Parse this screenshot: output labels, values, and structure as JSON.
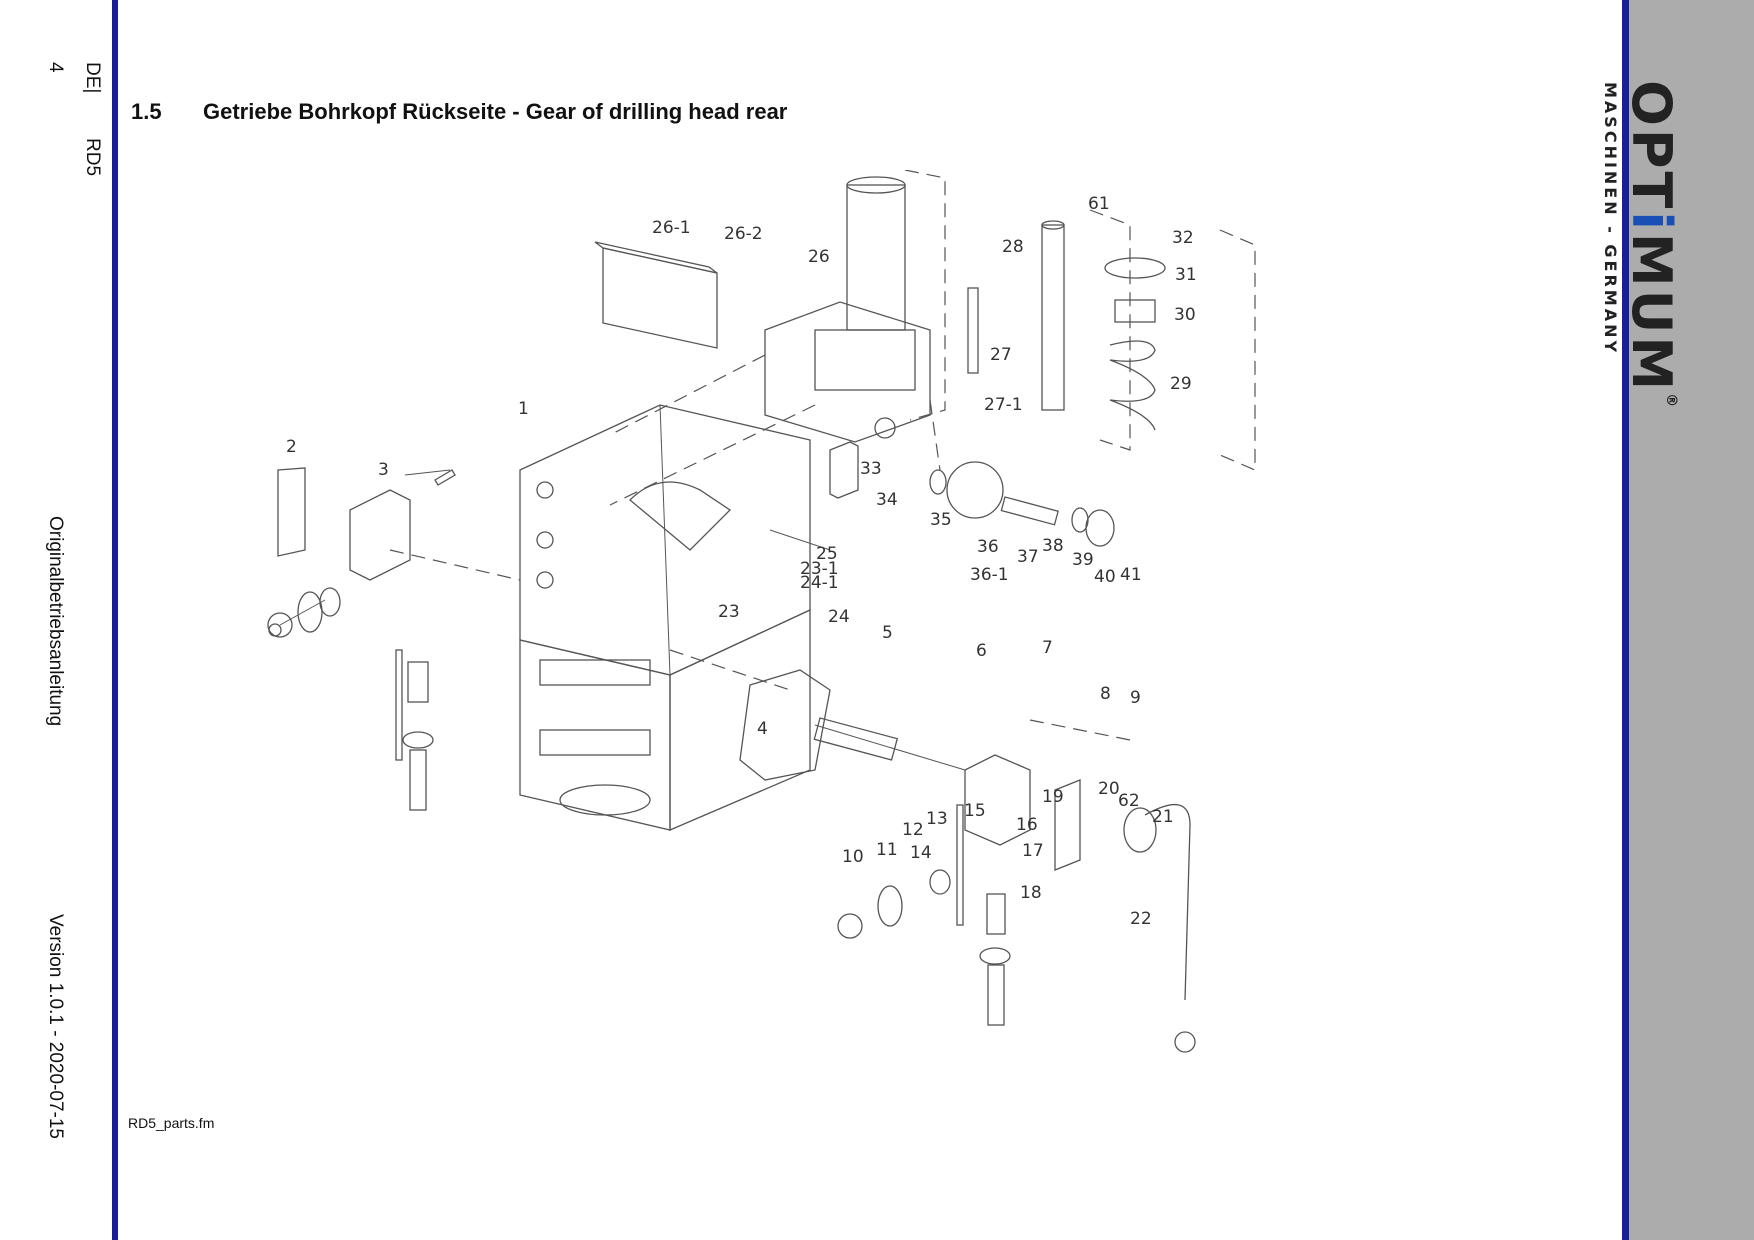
{
  "margin": {
    "lang": "DE|",
    "model": "RD5",
    "page": "4",
    "doc": "Originalbetriebsanleitung",
    "version": "Version 1.0.1 - 2020-07-15"
  },
  "brand": {
    "logo_pre": "OPT",
    "logo_i": "i",
    "logo_post": "MUM",
    "registered": "®",
    "tagline": "MASCHINEN - GERMANY",
    "accent": "#1a1f99"
  },
  "section": {
    "number": "1.5",
    "title": "Getriebe Bohrkopf Rückseite - Gear of drilling head rear"
  },
  "footer": {
    "file": "RD5_parts.fm"
  },
  "diagram": {
    "part_labels": [
      "1",
      "2",
      "3",
      "4",
      "5",
      "6",
      "7",
      "8",
      "9",
      "10",
      "11",
      "12",
      "13",
      "14",
      "15",
      "16",
      "17",
      "18",
      "19",
      "20",
      "21",
      "22",
      "23",
      "23-1",
      "24",
      "24-1",
      "25",
      "26",
      "26-1",
      "26-2",
      "27",
      "27-1",
      "28",
      "29",
      "30",
      "31",
      "32",
      "33",
      "34",
      "35",
      "36",
      "36-1",
      "37",
      "38",
      "39",
      "40",
      "41",
      "61",
      "62"
    ]
  }
}
